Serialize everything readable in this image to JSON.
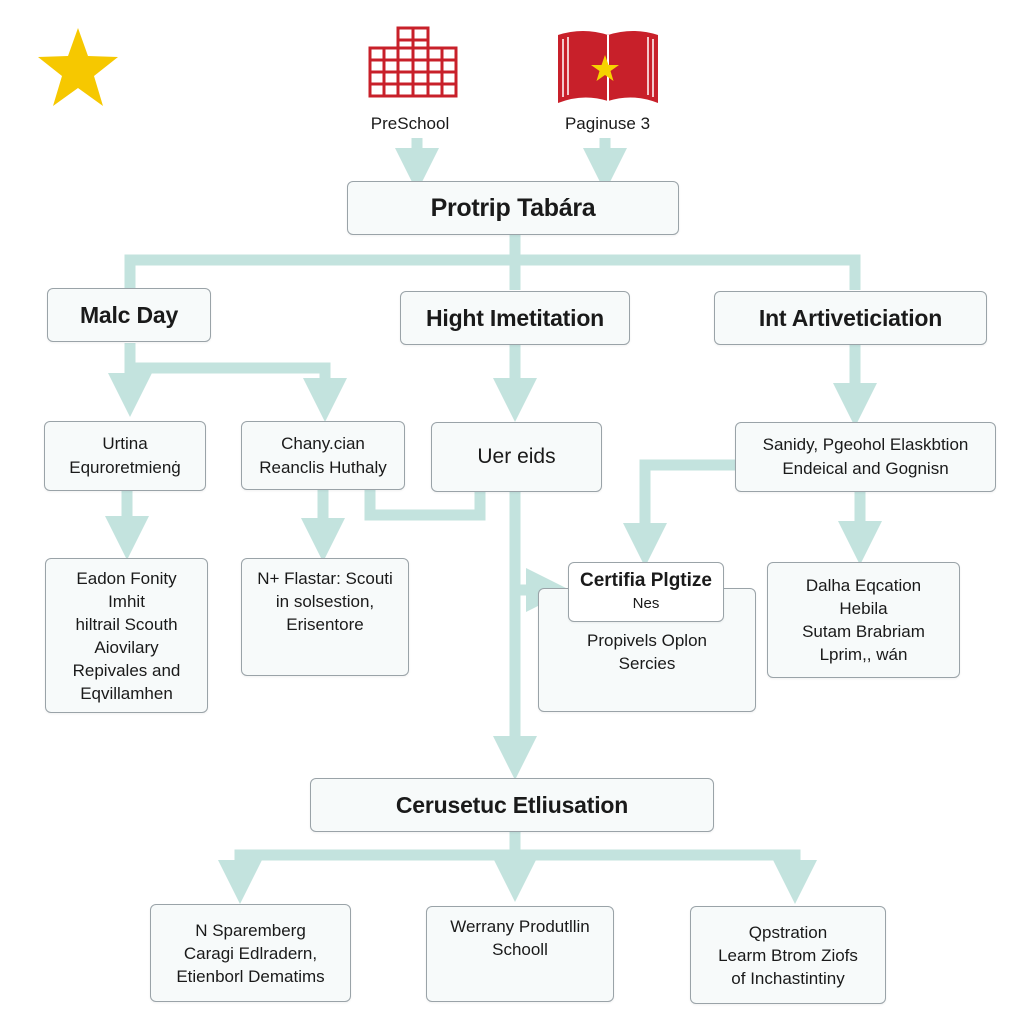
{
  "header": {
    "preschool_label": "PreSchool",
    "book_label": "Paginuse 3"
  },
  "root": {
    "label": "Protrip Tabára"
  },
  "level1": {
    "left": "Malc Day",
    "center": "Hight Imetitation",
    "right": "Int Artiveticiation"
  },
  "level2": {
    "a": [
      "Urtina",
      "Equroretmienġ"
    ],
    "b": [
      "Chany.cian",
      "Reanclis Huthaly"
    ],
    "c": [
      "Uer eids"
    ],
    "d": [
      "Sanidy, Pgeohol Elaskbtion",
      "Endeical and Gognisn"
    ]
  },
  "level3": {
    "a": [
      "Eadon Fonity",
      "Imhit",
      "hiltrail Scouth",
      "Aiovilary",
      "Repivales and",
      "Eqvillamhen"
    ],
    "b": [
      "N+ Flastar: Scouti",
      "in solsestion,",
      "Erisentore"
    ],
    "cert_title": "Certifia Plgtize",
    "cert_sub": "Nes",
    "c": [
      "Propivels Oplon",
      "Sercies"
    ],
    "d": [
      "Dalha Eqcation",
      "Hebila",
      "Sutam Brabriam",
      "Lprim,, wán"
    ]
  },
  "hub": {
    "label": "Cerusetuc Etliusation"
  },
  "level4": {
    "a": [
      "N Sparemberg",
      "Caragi Edlradern,",
      "Etienborl Dematims"
    ],
    "b": [
      "Werrany Produtllin",
      "Schooll"
    ],
    "c": [
      "Qpstration",
      "Learm Btrom Ziofs",
      "of Inchastintiny"
    ]
  },
  "colors": {
    "connector": "#c3e3de",
    "box_border": "#9aa3a8",
    "star": "#f6c800",
    "icon_red": "#c8202a"
  },
  "icons": [
    "star-icon",
    "school-building-icon",
    "flag-book-icon"
  ]
}
